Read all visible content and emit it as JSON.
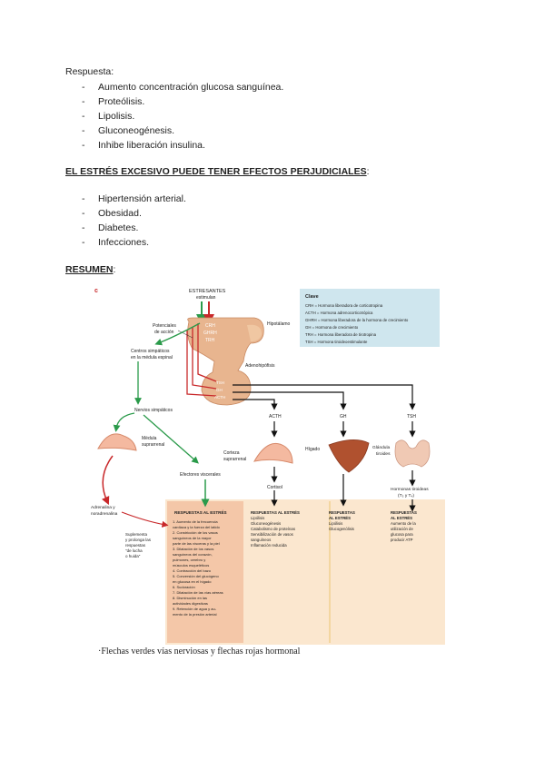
{
  "respuesta": {
    "label": "Respuesta:",
    "items": [
      "Aumento concentración glucosa sanguínea.",
      "Proteólisis.",
      "Lipolisis.",
      "Gluconeogénesis.",
      "Inhibe liberación insulina."
    ]
  },
  "efectos": {
    "heading": "EL ESTRÉS EXCESIVO PUEDE TENER EFECTOS PERJUDICIALES",
    "colon": ":",
    "items": [
      "Hipertensión arterial.",
      "Obesidad.",
      "Diabetes.",
      "Infecciones."
    ]
  },
  "resumen": {
    "heading": "RESUMEN",
    "colon": ":"
  },
  "figure": {
    "estresantes": "ESTRESANTES",
    "estimulan": "estimulan",
    "potenciales": [
      "Potenciales",
      "de acción"
    ],
    "crh": "CRH",
    "ghrh": "GHRH",
    "trh": "TRH",
    "hipotalamo": "Hipotálamo",
    "centros": [
      "Centros simpáticos",
      "en la médula espinal"
    ],
    "adenohipofisis": "Adenohipófisis",
    "tsh": "TSH",
    "gh": "GH",
    "acth": "ACTH",
    "nervios": "Nervios simpáticos",
    "medula": [
      "Médula",
      "suprarrenal"
    ],
    "corteza": [
      "Corteza",
      "suprarrenal"
    ],
    "higado": "Hígado",
    "tiroides": [
      "Glándula",
      "tiroides"
    ],
    "efectores": "Efectores viscerales",
    "cortisol": "Cortisol",
    "hormonas_tiroideas": [
      "Hormonas tiroideas",
      "(T₃ y T₄)"
    ],
    "adrenalina": [
      "Adrenalina y",
      "noradrenalina"
    ],
    "suplementa": [
      "Suplementa",
      "y prolonga las",
      "respuestas",
      "\"de lucha",
      "o huida\""
    ],
    "clave": {
      "title": "Clave",
      "lines": [
        "CRH = Hormona liberadora de corticotropina",
        "ACTH = Hormona adrenocorticotrópica",
        "GHRH = Hormona liberadora de la hormona de crecimiento",
        "GH = Hormona de crecimiento",
        "TRH = Hormona liberadora de tirotropina",
        "TSH = Hormona tiroideoestimulante"
      ]
    },
    "resp_header": "RESPUESTAS AL ESTRÉS",
    "resp_main": [
      "1. Aumento de la frecuencia",
      "cardiaca y la fuerza del latido",
      "2. Constricción de los vasos",
      "sanguíneos de la mayor",
      "parte de las vísceras y la piel",
      "3. Dilatación de los vasos",
      "sanguíneos del corazón,",
      "pulmones, cerebro y",
      "músculos esqueléticos",
      "4. Contracción del bazo",
      "5. Conversión del glucógeno",
      "en glucosa en el hígado",
      "6. Sudoración",
      "7. Dilatación de las vías aéreas",
      "8. Disminución en las",
      "actividades digestivas",
      "9. Retención de agua y au-",
      "mento de la presión arterial"
    ],
    "resp_acth": [
      "RESPUESTAS AL ESTRÉS",
      "Lipólisis",
      "Gluconeogénesis",
      "Catabolismo de proteínas",
      "Sensibilización de vasos",
      "sanguíneos",
      "Inflamación reducida"
    ],
    "resp_gh": [
      "RESPUESTAS",
      "AL ESTRÉS",
      "Lipólisis",
      "Glucogenólisis"
    ],
    "resp_tsh": [
      "RESPUESTAS",
      "AL ESTRÉS",
      "Aumento de la",
      "utilización de",
      "glucosa para",
      "producir ATP"
    ],
    "mark": "c"
  },
  "caption": "·Flechas verdes vías nerviosas y flechas rojas hormonal"
}
